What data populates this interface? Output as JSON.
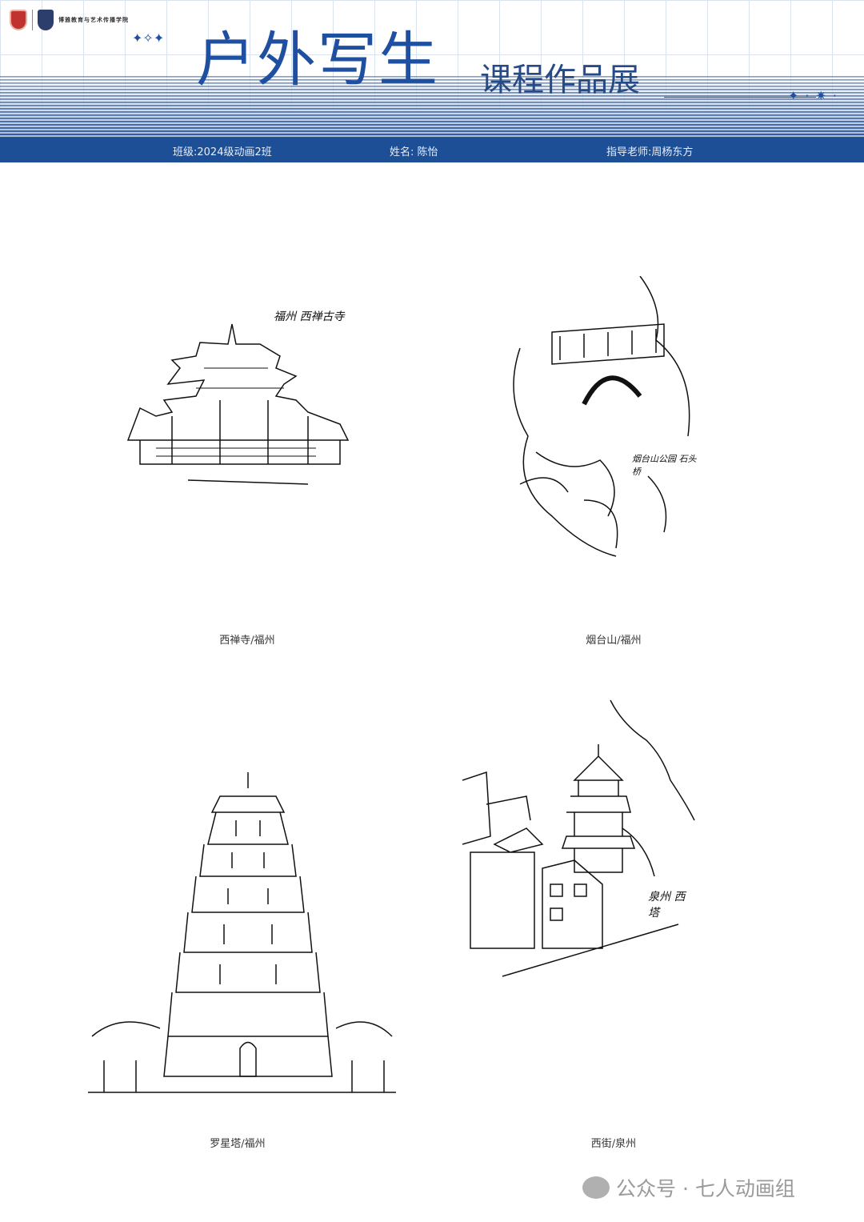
{
  "header": {
    "school_name": "博雅教育与艺术传播学院",
    "title": "户外写生",
    "subtitle": "课程作品展",
    "class_label": "班级:2024级动画2班",
    "name_label": "姓名: 陈怡",
    "teacher_label": "指导老师:周杨东方"
  },
  "works": [
    {
      "caption": "西禅寺/福州",
      "note": "福州 西禅古寺"
    },
    {
      "caption": "烟台山/福州",
      "note": "烟台山公园 石头桥"
    },
    {
      "caption": "罗星塔/福州",
      "note": ""
    },
    {
      "caption": "西街/泉州",
      "note": "泉州 西塔"
    }
  ],
  "watermark": "公众号 · 七人动画组",
  "colors": {
    "brand": "#1d4f97",
    "title": "#1e4fa0"
  }
}
